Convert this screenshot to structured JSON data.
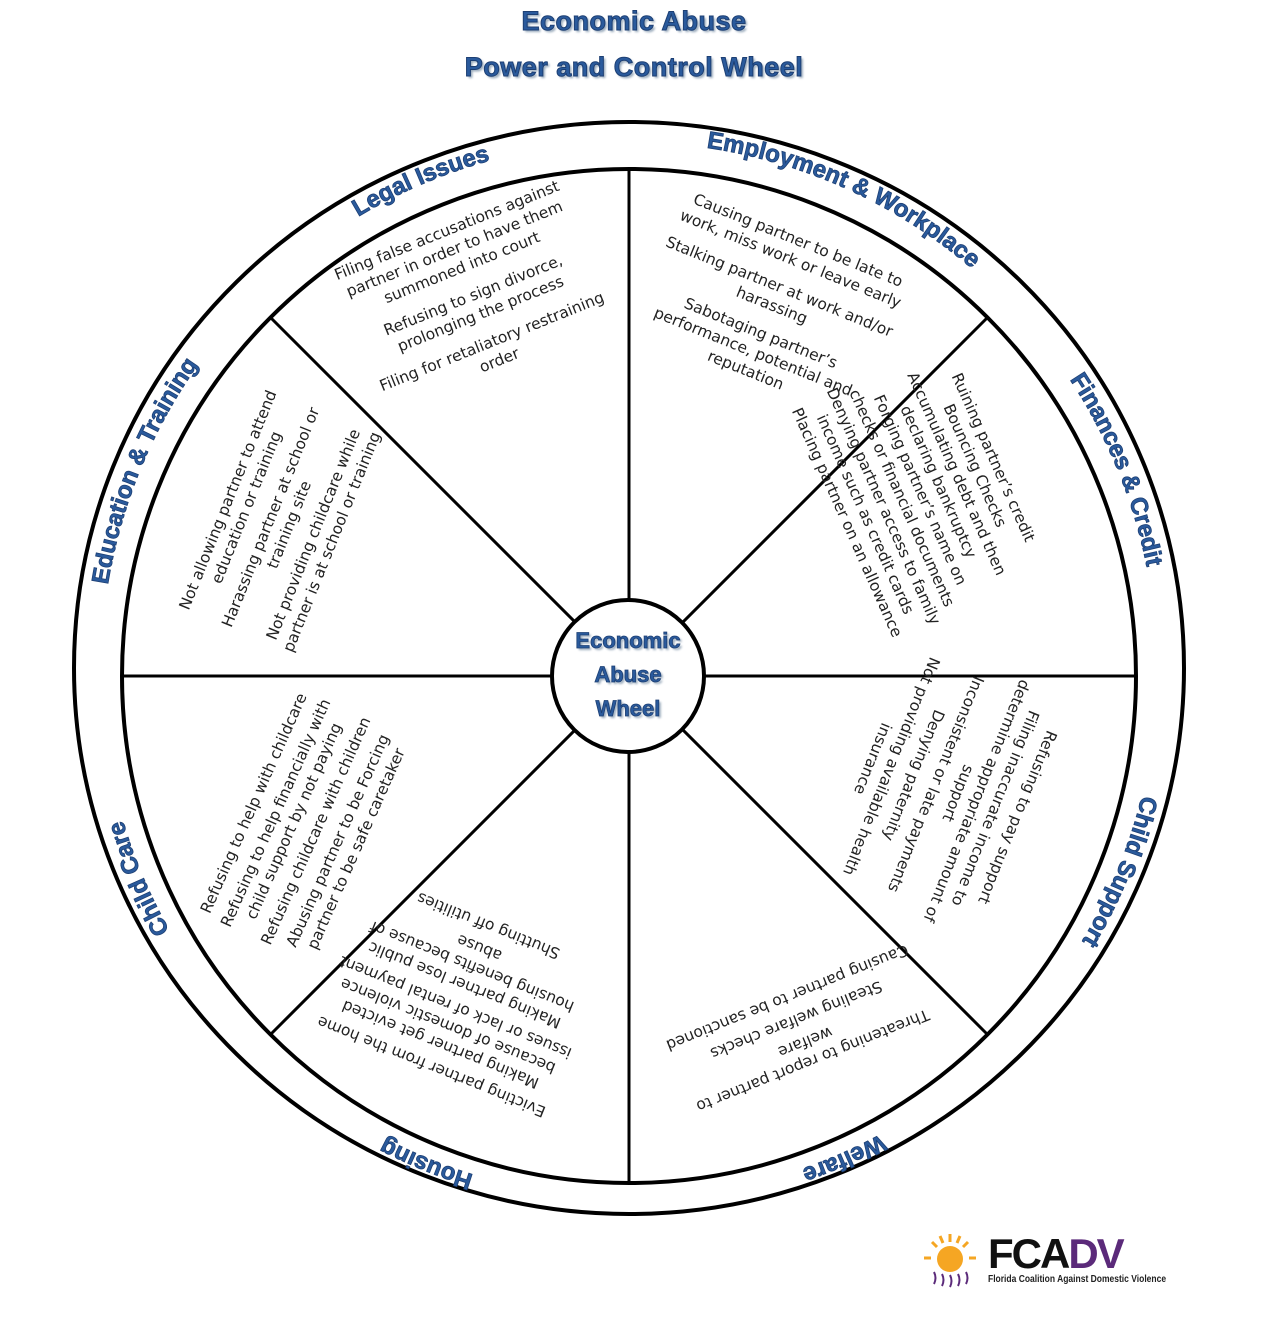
{
  "title": {
    "line1": "Economic Abuse",
    "line2": "Power and Control Wheel"
  },
  "hub": {
    "line1": "Economic",
    "line2": "Abuse",
    "line3": "Wheel"
  },
  "sectors": [
    {
      "label": "Legal Issues",
      "items": [
        "Filing false accusations against partner in order to have them summoned into court",
        "Refusing to sign divorce, prolonging the process",
        "Filing for retaliatory restraining order"
      ]
    },
    {
      "label": "Employment & Workplace",
      "items": [
        "Causing partner to be late to work, miss work or leave early",
        "Stalking partner at work and/or harassing",
        "Sabotaging partner’s performance, potential and reputation"
      ]
    },
    {
      "label": "Finances & Credit",
      "items": [
        "Ruining partner’s credit",
        "Bouncing Checks",
        "Accumulating debt and then declaring bankruptcy",
        "Forging partner’s name on checks or financial documents",
        "Denying partner access to family income such as credit cards",
        "Placing partner on an allowance"
      ]
    },
    {
      "label": "Child Support",
      "items": [
        "Refusing to pay support",
        "Filing inaccurate income to determine appropriate amount of support",
        "Inconsistent or late payments",
        "Denying paternity",
        "Not providing available health insurance"
      ]
    },
    {
      "label": "Welfare",
      "items": [
        "Threatening to report partner to welfare",
        "Stealing welfare checks",
        "Causing partner to be sanctioned"
      ]
    },
    {
      "label": "Housing",
      "items": [
        "Evicting partner from the home",
        "Making partner get evicted because of domestic violence issues or lack of rental payment",
        "Making partner lose public housing benefits because of abuse",
        "Shutting off utilities"
      ]
    },
    {
      "label": "Child Care",
      "items": [
        "Refusing to help with childcare",
        "Refusing to help financially with child support by not paying",
        "Refusing childcare with children",
        "Abusing partner to be Forcing partner to be safe caretaker"
      ]
    },
    {
      "label": "Education & Training",
      "items": [
        "Not allowing partner to attend education or training",
        "Harassing partner at school or training site",
        "Not providing childcare while partner is at school or training"
      ]
    }
  ],
  "logo": {
    "letters_main": "FCA",
    "letters_accent": "DV",
    "subtitle": "Florida Coalition Against Domestic Violence"
  },
  "colors": {
    "heading": "#2a5a9c",
    "logo_purple": "#5b2a7a",
    "logo_orange": "#f5a623"
  }
}
